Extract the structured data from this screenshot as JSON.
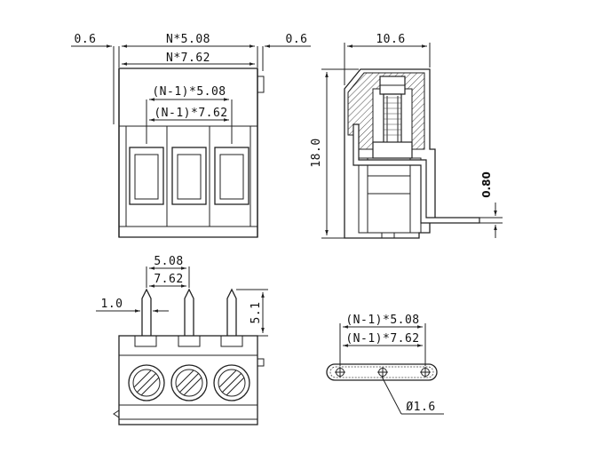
{
  "dimensions": {
    "front": {
      "left_margin": "0.6",
      "right_margin": "0.6",
      "width_508": "N*5.08",
      "width_762": "N*7.62",
      "pitch_508": "(N-1)*5.08",
      "pitch_762": "(N-1)*7.62"
    },
    "side": {
      "depth": "10.6",
      "height": "18.0",
      "pin_thickness": "0.80"
    },
    "bottom": {
      "pitch_a": "5.08",
      "pitch_b": "7.62",
      "pin_width": "1.0",
      "pin_length": "5.1"
    },
    "pcb": {
      "pitch_508": "(N-1)*5.08",
      "pitch_762": "(N-1)*7.62",
      "hole_dia": "Ø1.6"
    }
  },
  "colors": {
    "line": "#222222",
    "background": "#ffffff"
  }
}
